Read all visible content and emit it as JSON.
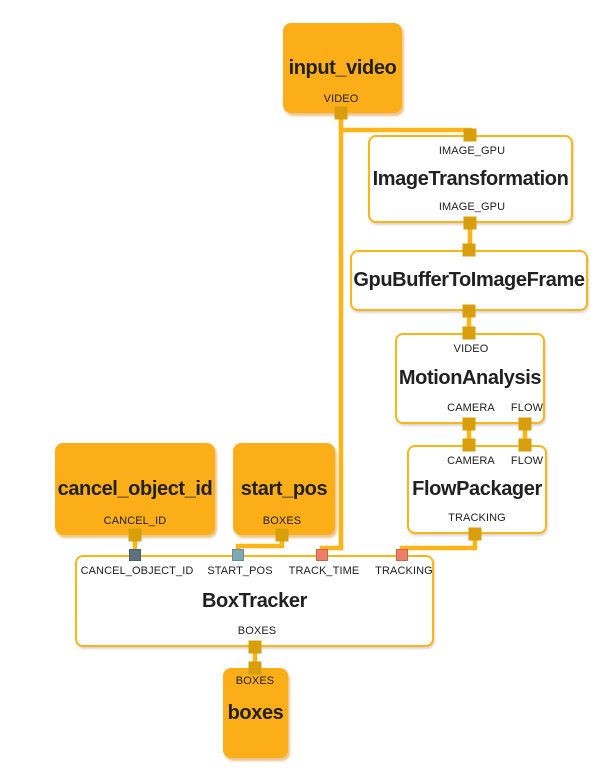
{
  "colors": {
    "canvas_bg": "#ffffff",
    "node_fill_orange": "#FBAE17",
    "node_border_amber": "#FDB515",
    "edge_amber": "#FDB515",
    "port_amber": "#D89E0C",
    "port_slate": "#5B7380",
    "port_blue_gray": "#7FA8B6",
    "port_salmon": "#EF7E67",
    "title_text": "#212121"
  },
  "nodes": {
    "input_video": {
      "title": "input_video",
      "kind": "input-stream",
      "outputs": [
        "VIDEO"
      ]
    },
    "image_transformation": {
      "title": "ImageTransformation",
      "kind": "calculator",
      "inputs": [
        "IMAGE_GPU"
      ],
      "outputs": [
        "IMAGE_GPU"
      ]
    },
    "gpu_buffer_to_image_frame": {
      "title": "GpuBufferToImageFrame",
      "kind": "calculator",
      "inputs": [],
      "outputs": []
    },
    "motion_analysis": {
      "title": "MotionAnalysis",
      "kind": "calculator",
      "inputs": [
        "VIDEO"
      ],
      "outputs": [
        "CAMERA",
        "FLOW"
      ]
    },
    "flow_packager": {
      "title": "FlowPackager",
      "kind": "calculator",
      "inputs": [
        "CAMERA",
        "FLOW"
      ],
      "outputs": [
        "TRACKING"
      ]
    },
    "cancel_object_id": {
      "title": "cancel_object_id",
      "kind": "input-stream",
      "outputs": [
        "CANCEL_ID"
      ]
    },
    "start_pos": {
      "title": "start_pos",
      "kind": "input-stream",
      "outputs": [
        "BOXES"
      ]
    },
    "box_tracker": {
      "title": "BoxTracker",
      "kind": "calculator",
      "inputs": [
        "CANCEL_OBJECT_ID",
        "START_POS",
        "TRACK_TIME",
        "TRACKING"
      ],
      "outputs": [
        "BOXES"
      ]
    },
    "boxes": {
      "title": "boxes",
      "kind": "output-stream",
      "inputs": [
        "BOXES"
      ]
    }
  },
  "edges": [
    {
      "from": "input_video:VIDEO",
      "to": "ImageTransformation:IMAGE_GPU"
    },
    {
      "from": "input_video:VIDEO",
      "to": "BoxTracker:TRACK_TIME"
    },
    {
      "from": "ImageTransformation:IMAGE_GPU",
      "to": "GpuBufferToImageFrame"
    },
    {
      "from": "GpuBufferToImageFrame",
      "to": "MotionAnalysis:VIDEO"
    },
    {
      "from": "MotionAnalysis:CAMERA",
      "to": "FlowPackager:CAMERA"
    },
    {
      "from": "MotionAnalysis:FLOW",
      "to": "FlowPackager:FLOW"
    },
    {
      "from": "FlowPackager:TRACKING",
      "to": "BoxTracker:TRACKING"
    },
    {
      "from": "cancel_object_id:CANCEL_ID",
      "to": "BoxTracker:CANCEL_OBJECT_ID"
    },
    {
      "from": "start_pos:BOXES",
      "to": "BoxTracker:START_POS"
    },
    {
      "from": "BoxTracker:BOXES",
      "to": "boxes:BOXES"
    }
  ]
}
